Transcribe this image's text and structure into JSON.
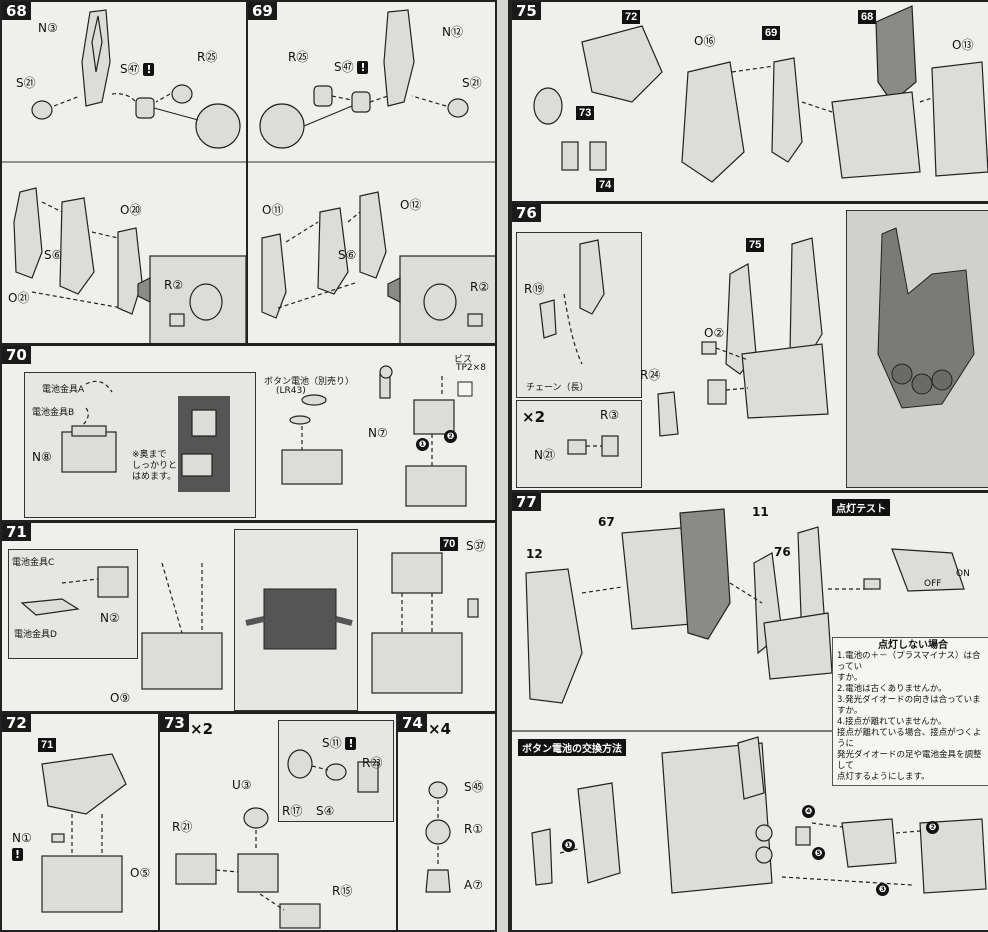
{
  "steps": {
    "s68": {
      "num": "68",
      "labels": [
        "N③",
        "S㉑",
        "S㊼",
        "R㉕",
        "S⑥",
        "O⑳",
        "O㉑",
        "R②"
      ]
    },
    "s69": {
      "num": "69",
      "labels": [
        "R㉕",
        "S㊼",
        "N⑫",
        "S㉑",
        "O⑪",
        "O⑫",
        "S⑥",
        "R②"
      ]
    },
    "s70": {
      "num": "70",
      "labels": [
        "電池金具A",
        "電池金具B",
        "N⑧",
        "※奥まで\nしっかりと\nはめます。",
        "ボタン電池（別売り）",
        "(LR43)",
        "ビス",
        "TP2×8",
        "N⑦"
      ]
    },
    "s71": {
      "num": "71",
      "labels": [
        "電池金具C",
        "電池金具D",
        "N②",
        "O⑨",
        "70",
        "S㊲"
      ]
    },
    "s72": {
      "num": "72",
      "labels": [
        "71",
        "N①",
        "O⑤"
      ]
    },
    "s73": {
      "num": "73",
      "mult": "×2",
      "labels": [
        "S⑪",
        "R㉓",
        "U③",
        "R⑰",
        "S④",
        "R㉑",
        "R⑮"
      ]
    },
    "s74": {
      "num": "74",
      "mult": "×4",
      "labels": [
        "S㊺",
        "R①",
        "A⑦"
      ]
    },
    "s75": {
      "num": "75",
      "labels": [
        "72",
        "O⑯",
        "69",
        "68",
        "O⑬",
        "73",
        "74"
      ]
    },
    "s76": {
      "num": "76",
      "labels": [
        "R⑲",
        "75",
        "O②",
        "R㉔",
        "チェーン（長）",
        "R③",
        "N㉑"
      ],
      "mult": "×2"
    },
    "s77": {
      "num": "77",
      "labels": [
        "12",
        "67",
        "11",
        "76"
      ]
    }
  },
  "light_test": {
    "title": "点灯テスト",
    "off": "OFF",
    "on": "ON"
  },
  "no_light": {
    "title": "点灯しない場合",
    "lines": [
      "1.電池の＋－（プラスマイナス）は合ってい",
      "すか。",
      "2.電池は古くありませんか。",
      "3.発光ダイオードの向きは合っていますか。",
      "4.接点が離れていませんか。",
      "接点が離れている場合、接点がつくように",
      "発光ダイオードの足や電池金具を調整して",
      "点灯するようにします。"
    ]
  },
  "battery_replace": {
    "title": "ボタン電池の交換方法",
    "nums": [
      "❶",
      "❷",
      "❸",
      "❹",
      "❺"
    ]
  },
  "warn": "!"
}
